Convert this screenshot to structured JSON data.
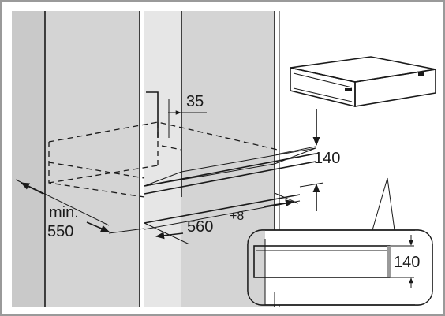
{
  "labels": {
    "depth_prefix": "min.",
    "depth_value": "550",
    "gap_top": "35",
    "niche_height": "140",
    "width_value": "560",
    "width_tolerance": "+8",
    "detail_height": "140"
  },
  "colors": {
    "frame_border": "#9a9a9a",
    "cabinet_fill": "#c9c9c9",
    "stroke": "#1a1a1a",
    "background": "#ffffff"
  }
}
